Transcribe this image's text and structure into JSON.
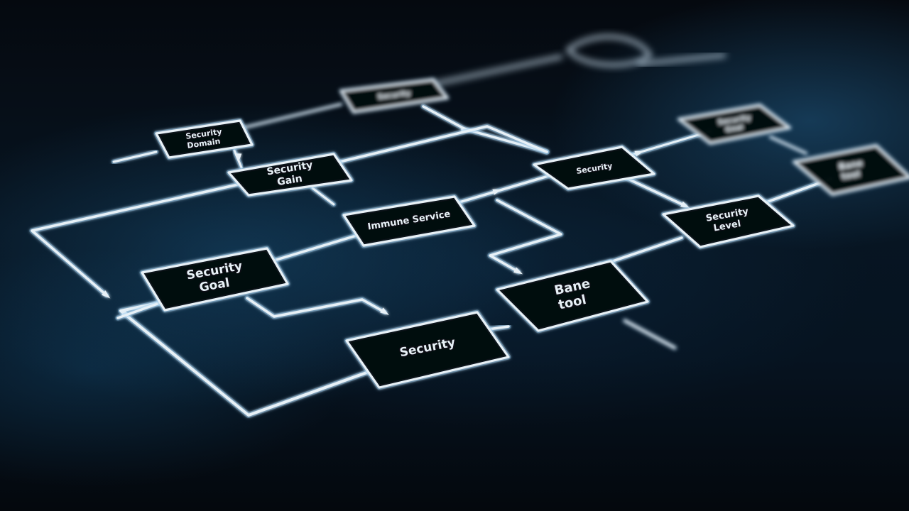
{
  "colors": {
    "line": "#e8f1f7",
    "glow": "#7fc4ee",
    "node_fill": "#02080e"
  },
  "nodes": {
    "n_top_center": [
      "Security"
    ],
    "n_upper_left": [
      "Security",
      "Domain"
    ],
    "n_sec_gain": [
      "Security",
      "Gain"
    ],
    "n_center": [
      "Immune Service"
    ],
    "n_sec_goal": [
      "Security",
      "Goal"
    ],
    "n_bottom": [
      "Security"
    ],
    "n_bane_tool": [
      "Bane",
      "tool"
    ],
    "n_mid_right": [
      "Security"
    ],
    "n_top_right": [
      "Security",
      "Goal"
    ],
    "n_right_a": [
      "Security",
      "Level"
    ],
    "n_far_right": [
      "Bane",
      "tool"
    ]
  }
}
